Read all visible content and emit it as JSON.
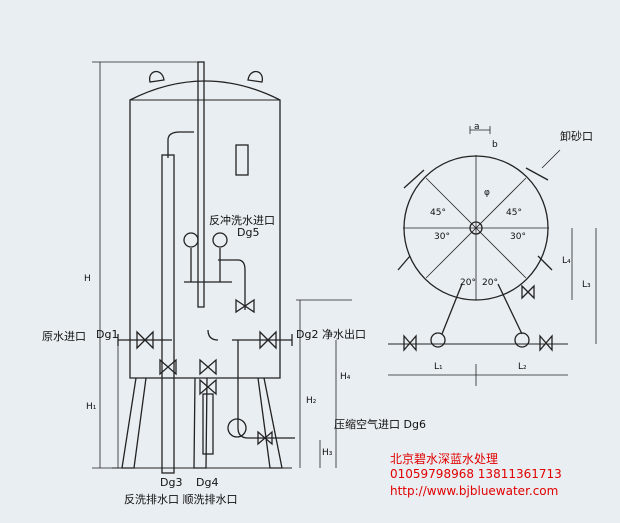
{
  "labels": {
    "backwash_inlet": "反冲洗水进口",
    "dg5": "Dg5",
    "unload_sand": "卸砂口",
    "raw_inlet": "原水进口",
    "dg1": "Dg1",
    "dg2_outlet": "Dg2 净水出口",
    "compressed_air": "压缩空气进口 Dg6",
    "dg3": "Dg3",
    "dg4": "Dg4",
    "drain_labels": "反洗排水口 顺洗排水口"
  },
  "dims": {
    "H": "H",
    "H1": "H₁",
    "H2": "H₂",
    "H3": "H₃",
    "H4": "H₄",
    "L1": "L₁",
    "L2": "L₂",
    "L3": "L₃",
    "L4": "L₄",
    "a": "a",
    "b": "b",
    "phi": "φ",
    "ang45a": "45°",
    "ang45b": "45°",
    "ang30a": "30°",
    "ang30b": "30°",
    "ang20a": "20°",
    "ang20b": "20°"
  },
  "watermark": {
    "company": "北京碧水深蓝水处理",
    "phones": "01059798968 13811361713",
    "url": "http://www.bjbluewater.com"
  }
}
